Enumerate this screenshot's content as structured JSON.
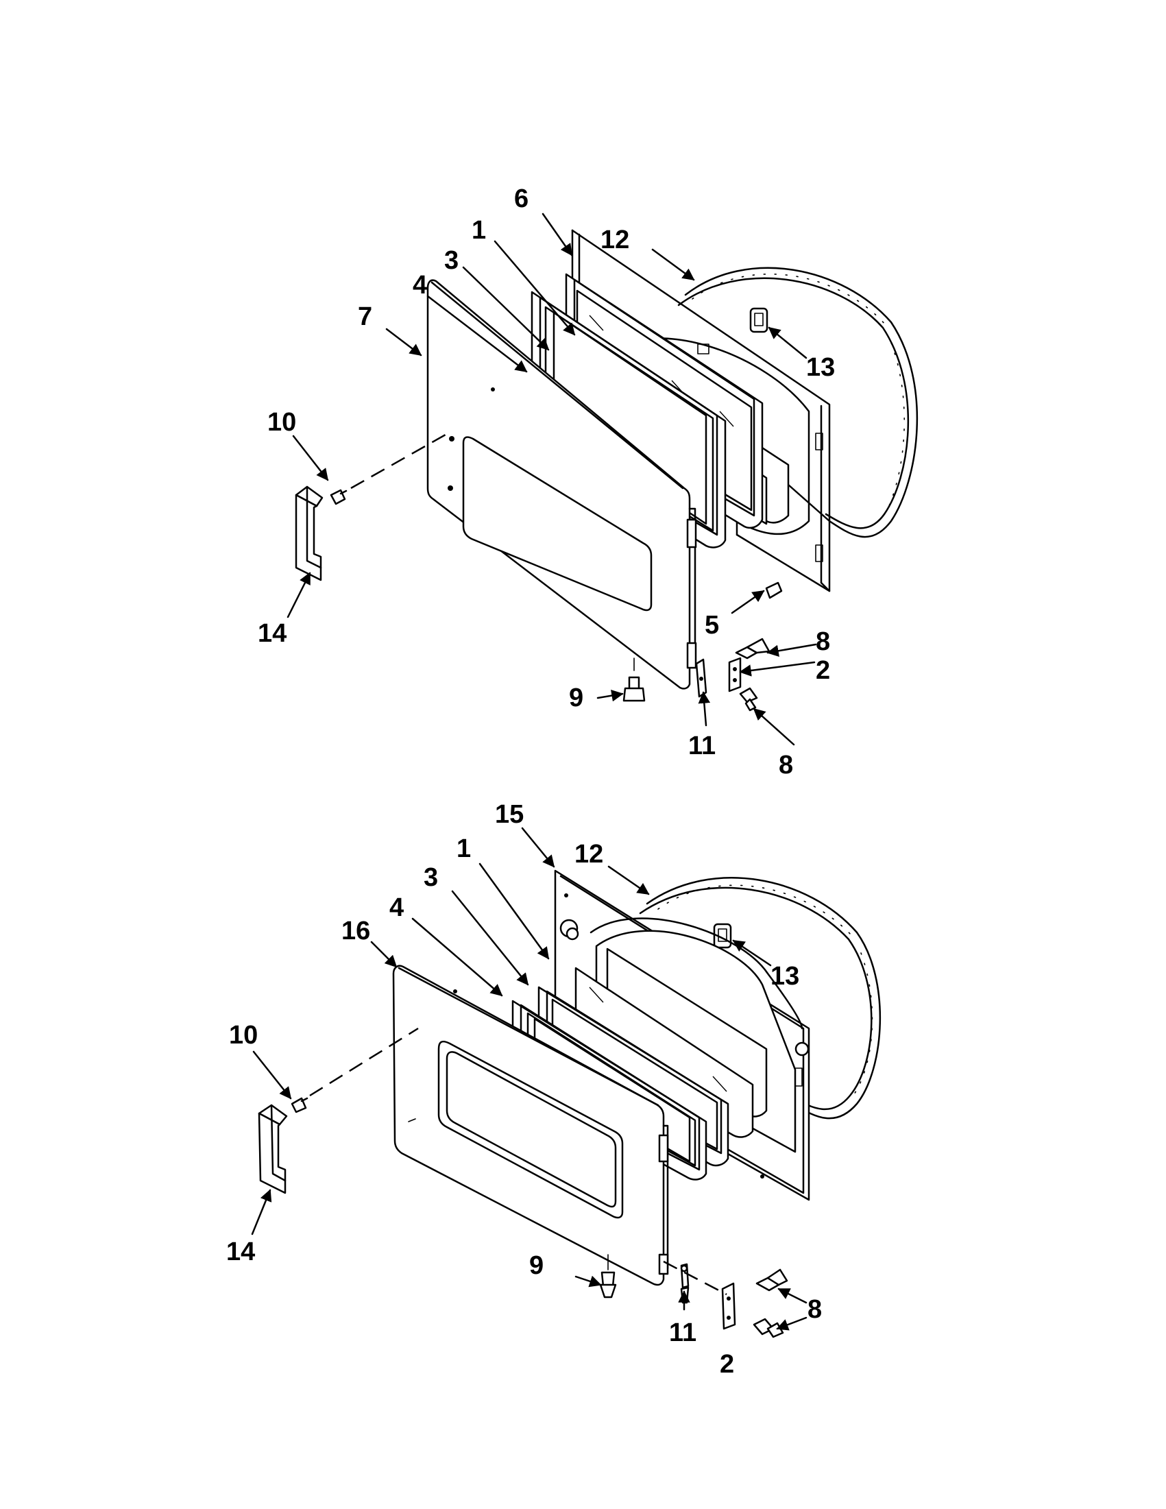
{
  "upper": {
    "labels": {
      "p1": "1",
      "p2": "2",
      "p3": "3",
      "p4": "4",
      "p5": "5",
      "p6": "6",
      "p7": "7",
      "p8a": "8",
      "p8b": "8",
      "p9": "9",
      "p10": "10",
      "p11": "11",
      "p12": "12",
      "p13": "13",
      "p14": "14"
    }
  },
  "lower": {
    "labels": {
      "p1": "1",
      "p2": "2",
      "p3": "3",
      "p4": "4",
      "p8a": "8",
      "p8b": "8",
      "p9": "9",
      "p10": "10",
      "p11": "11",
      "p12": "12",
      "p13": "13",
      "p14": "14",
      "p15": "15",
      "p16": "16"
    }
  }
}
